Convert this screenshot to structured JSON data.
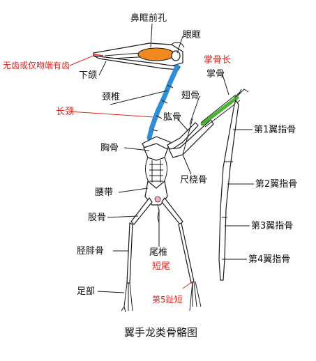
{
  "diagram": {
    "caption": "翼手龙类骨骼图",
    "labels": {
      "nasal_antorbital": "鼻眶前孔",
      "orbit": "眼眶",
      "toothless_note": "无齿或仅吻端有齿",
      "mandible": "下颌",
      "long_metacarpal": "掌骨长",
      "metacarpal": "掌骨",
      "pteroid": "翅骨",
      "cervical": "颈椎",
      "long_neck": "长颈",
      "humerus": "肱骨",
      "wing_digit_1": "第1翼指骨",
      "sternum": "胸骨",
      "radius_ulna": "尺桡骨",
      "wing_digit_2": "第2翼指骨",
      "pelvis": "腰带",
      "femur": "股骨",
      "wing_digit_3": "第3翼指骨",
      "tibiofibula": "胫腓骨",
      "caudal": "尾椎",
      "short_tail": "短尾",
      "wing_digit_4": "第4翼指骨",
      "fifth_toe_short": "第5趾短",
      "foot": "足部"
    },
    "colors": {
      "orbit_fill": "#f08a1e",
      "neck_highlight": "#2e8fd8",
      "metacarpal_highlight": "#49b233",
      "annotation_red": "#e0221c",
      "bone_line": "#1a1a1a"
    }
  }
}
